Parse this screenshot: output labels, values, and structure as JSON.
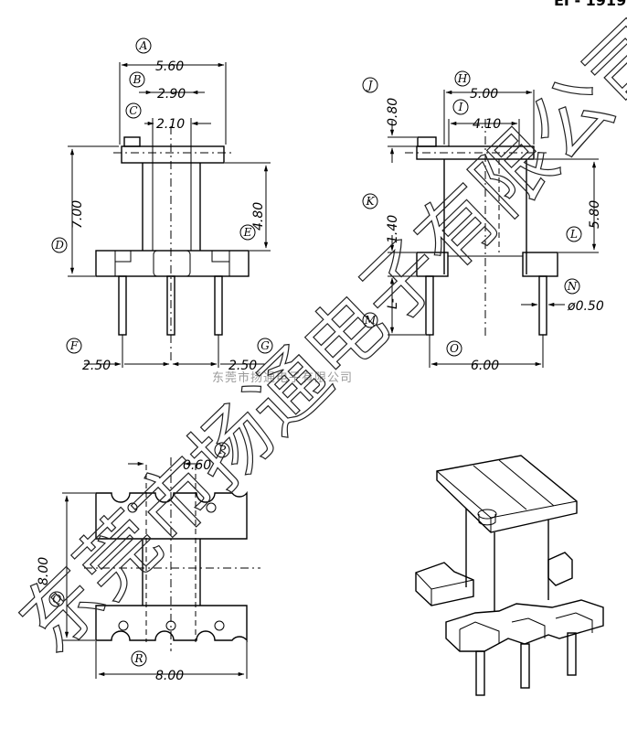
{
  "corner_text": "EI - 1919",
  "watermark": {
    "large": "东莞市扬通电子有限公司",
    "small": "东莞市扬通电子有限公司"
  },
  "front_view": {
    "label_a": "A",
    "dim_a": "5.60",
    "label_b": "B",
    "dim_b": "2.90",
    "label_c": "C",
    "dim_c": "2.10",
    "label_d": "D",
    "dim_d": "7.00",
    "label_e": "E",
    "dim_e": "4.80",
    "label_f": "F",
    "dim_f": "2.50",
    "label_g": "G",
    "dim_g": "2.50"
  },
  "side_view": {
    "label_h": "H",
    "dim_h": "5.00",
    "label_i": "I",
    "dim_i": "4.10",
    "label_j": "J",
    "dim_j": "0.80",
    "label_k": "K",
    "dim_k": "1.40",
    "label_l": "L",
    "dim_l": "5.80",
    "label_m": "M",
    "dim_m": "L-",
    "label_n": "N",
    "dim_n": "ø0.50",
    "label_o": "O",
    "dim_o": "6.00"
  },
  "top_view": {
    "label_p": "P",
    "dim_p": "0.60",
    "label_q": "Q",
    "dim_q": "8.00",
    "label_r": "R",
    "dim_r": "8.00"
  }
}
